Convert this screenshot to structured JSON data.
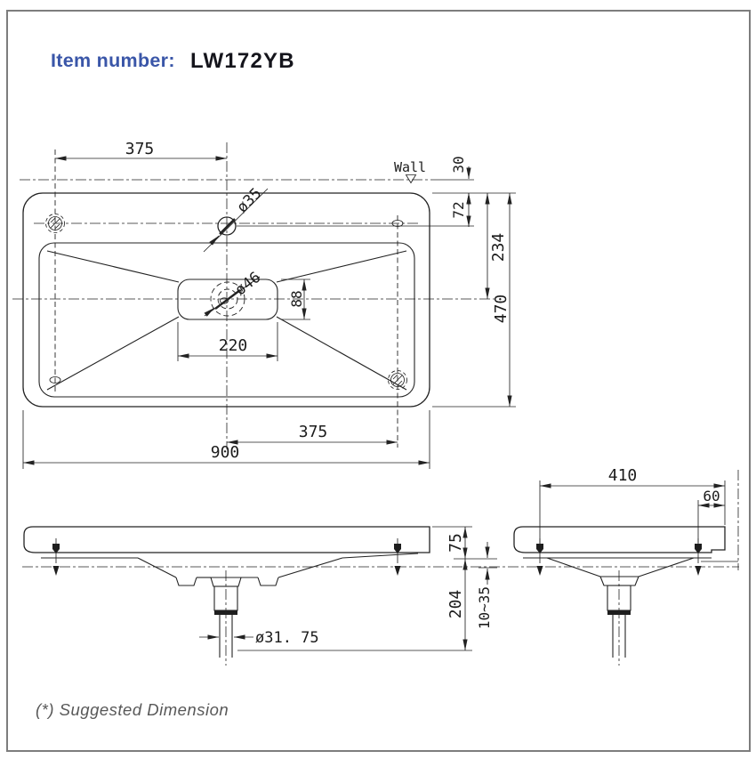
{
  "header": {
    "label": "Item number:",
    "value": "LW172YB"
  },
  "colors": {
    "header_label_blue": "#3a56a8",
    "header_value_black": "#15151c",
    "line_color": "#232323",
    "note_gray": "#585858",
    "border_gray": "#7d7d7d"
  },
  "top_view": {
    "wall_label": "Wall",
    "dims": {
      "hole_offset_left": "375",
      "faucet_hole_dia": "ø35",
      "wall_clearance": "30",
      "rear_to_faucet": "72",
      "rear_to_center": "234",
      "overall_depth": "470",
      "drain_hole_dia": "ø46",
      "recess_height": "88",
      "recess_width": "220",
      "hole_offset_right": "375",
      "overall_width": "900"
    }
  },
  "front_view": {
    "dims": {
      "rim_height": "75",
      "rim_to_pipe_end": "204",
      "hanger_gap": "10~35",
      "pipe_dia": "ø31. 75"
    }
  },
  "side_view": {
    "dims": {
      "front_bolt_to_rear": "410",
      "rear_bolt_offset": "60"
    }
  },
  "footer": {
    "note": "(*) Suggested Dimension"
  }
}
